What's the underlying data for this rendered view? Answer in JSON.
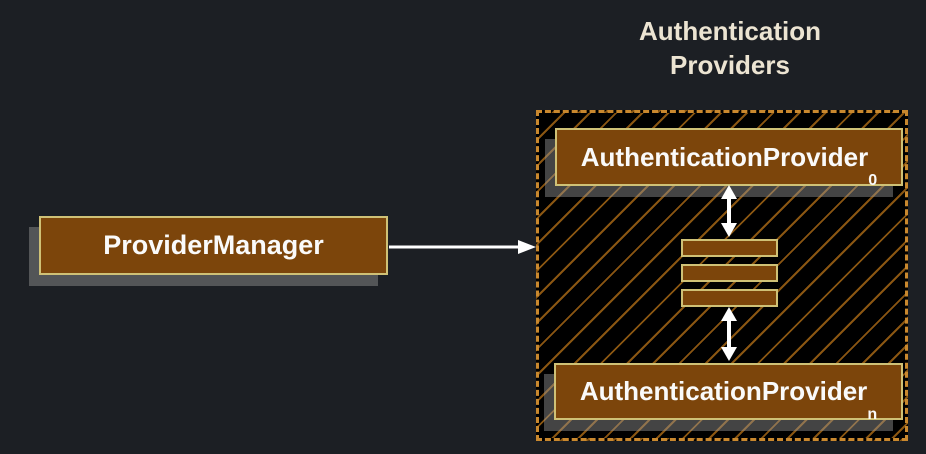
{
  "colors": {
    "page_bg": "#1c1f24",
    "panel_bg": "#000000",
    "hatch_line": "#8a5612",
    "dash_border": "#c9882e",
    "node_fill": "#7c450b",
    "node_border": "#cfc176",
    "node_text": "#fafafa",
    "title_text": "#ece4d2",
    "arrow": "#ffffff"
  },
  "title": {
    "line1": "Authentication",
    "line2": "Providers"
  },
  "nodes": {
    "provider_manager": {
      "label": "ProviderManager"
    },
    "provider_first": {
      "label": "AuthenticationProvider",
      "subscript": "0"
    },
    "provider_last": {
      "label": "AuthenticationProvider",
      "subscript": "n"
    }
  },
  "ellipsis_bars": 3
}
